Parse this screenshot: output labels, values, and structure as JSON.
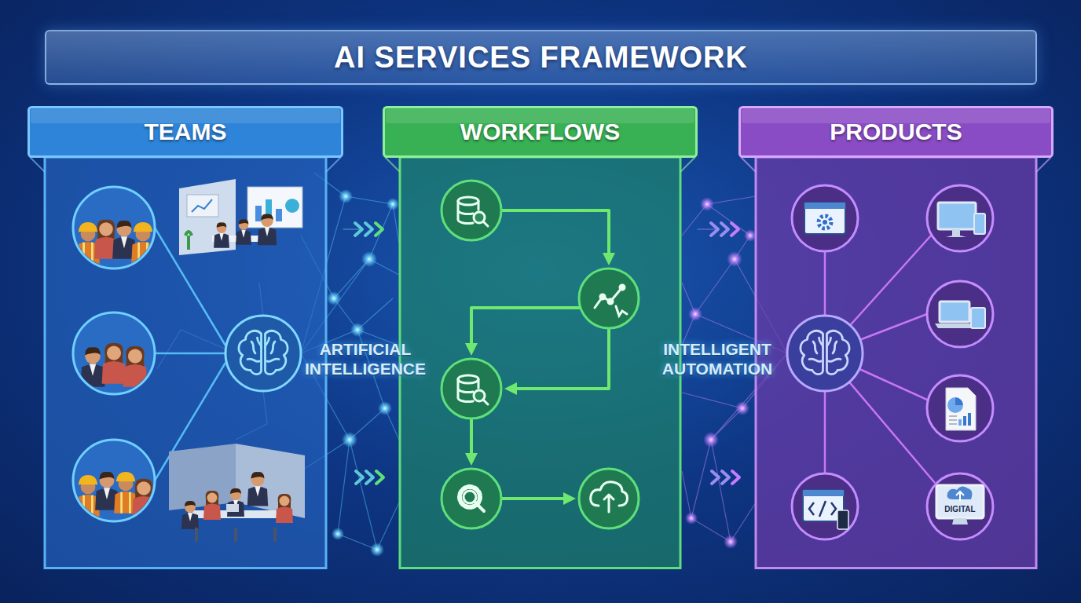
{
  "diagram": {
    "title": "AI SERVICES FRAMEWORK",
    "nodes": [
      {
        "text": [
          "TEAMS"
        ]
      },
      {
        "text": [
          "WORKFLOWS"
        ]
      },
      {
        "text": [
          "PRODUCTS"
        ]
      }
    ],
    "edges": [
      {
        "from": 0,
        "to": 1,
        "arrow": "to"
      },
      {
        "from": 1,
        "to": 2,
        "arrow": "to"
      }
    ],
    "labels": [
      "ARTIFICIAL INTELLIGENCE",
      "INTELLIGENT AUTOMATION",
      "DIGITAL"
    ]
  }
}
